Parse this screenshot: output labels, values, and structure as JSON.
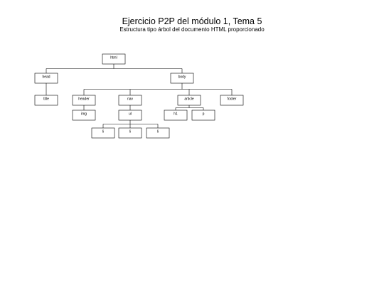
{
  "heading": {
    "title": "Ejercicio P2P del módulo 1, Tema 5",
    "subtitle": "Estructura tipo árbol del documento HTML proporcionado"
  },
  "tree": {
    "nodes": [
      {
        "id": "html",
        "label": "html",
        "children": [
          "head",
          "body"
        ]
      },
      {
        "id": "head",
        "label": "head",
        "children": [
          "title"
        ]
      },
      {
        "id": "title",
        "label": "title",
        "children": []
      },
      {
        "id": "body",
        "label": "body",
        "children": [
          "header",
          "nav",
          "article",
          "footer"
        ]
      },
      {
        "id": "header",
        "label": "header",
        "children": [
          "img"
        ]
      },
      {
        "id": "img",
        "label": "img",
        "children": []
      },
      {
        "id": "nav",
        "label": "nav",
        "children": [
          "ul"
        ]
      },
      {
        "id": "ul",
        "label": "ul",
        "children": [
          "li1",
          "li2",
          "li3"
        ]
      },
      {
        "id": "li1",
        "label": "li",
        "children": []
      },
      {
        "id": "li2",
        "label": "li",
        "children": []
      },
      {
        "id": "li3",
        "label": "li",
        "children": []
      },
      {
        "id": "article",
        "label": "article",
        "children": [
          "h1",
          "p"
        ]
      },
      {
        "id": "h1",
        "label": "h1",
        "children": []
      },
      {
        "id": "p",
        "label": "p",
        "children": []
      },
      {
        "id": "footer",
        "label": "footer",
        "children": []
      }
    ]
  }
}
